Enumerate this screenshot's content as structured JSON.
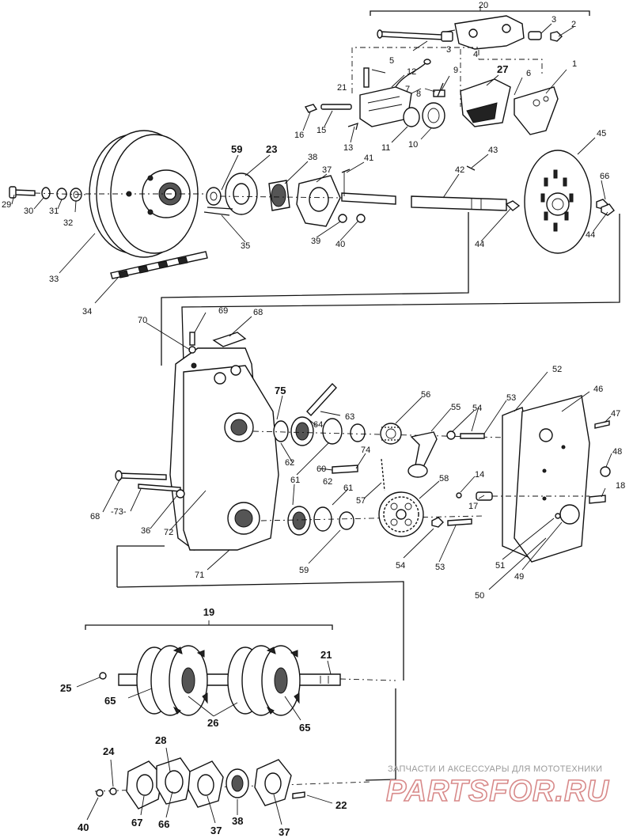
{
  "callouts": {
    "c20": "20",
    "c3a": "3",
    "c2": "2",
    "c3b": "3",
    "c4": "4",
    "c5": "5",
    "c1": "1",
    "c21a": "21",
    "c12": "12",
    "c9": "9",
    "c27": "27",
    "c6": "6",
    "c7": "7",
    "c8": "8",
    "c16": "16",
    "c15": "15",
    "c13": "13",
    "c11": "11",
    "c10": "10",
    "c45": "45",
    "c66a": "66",
    "c59a": "59",
    "c23": "23",
    "c38a": "38",
    "c37a": "37",
    "c41": "41",
    "c43": "43",
    "c42": "42",
    "c29": "29",
    "c30": "30",
    "c31": "31",
    "c32": "32",
    "c35": "35",
    "c39": "39",
    "c40a": "40",
    "c44a": "44",
    "c44b": "44",
    "c33": "33",
    "c34": "34",
    "c69": "69",
    "c70": "70",
    "c68a": "68",
    "c52": "52",
    "c46": "46",
    "c47": "47",
    "c75": "75",
    "c63": "63",
    "c56": "56",
    "c55": "55",
    "c53a": "53",
    "c54a": "54",
    "c64": "64",
    "c62a": "62",
    "c61a": "61",
    "c60": "60",
    "c74": "74",
    "c48": "48",
    "c18": "18",
    "c68b": "68",
    "c73": "-73-",
    "c36": "36",
    "c72": "72",
    "c62b": "62",
    "c61b": "61",
    "c57": "57",
    "c58": "58",
    "c14": "14",
    "c17": "17",
    "c54b": "54",
    "c53b": "53",
    "c59b": "59",
    "c71": "71",
    "c51": "51",
    "c49": "49",
    "c50": "50",
    "c19": "19",
    "c21b": "21",
    "c25": "25",
    "c65a": "65",
    "c26": "26",
    "c65b": "65",
    "c24": "24",
    "c28": "28",
    "c40b": "40",
    "c67": "67",
    "c66b": "66",
    "c37b": "37",
    "c38b": "38",
    "c37c": "37",
    "c22": "22"
  },
  "watermark": {
    "text": "ЗАПЧАСТИ И АКСЕССУАРЫ ДЛЯ МОТОТЕХНИКИ",
    "logo": "PARTSFOR.RU"
  }
}
